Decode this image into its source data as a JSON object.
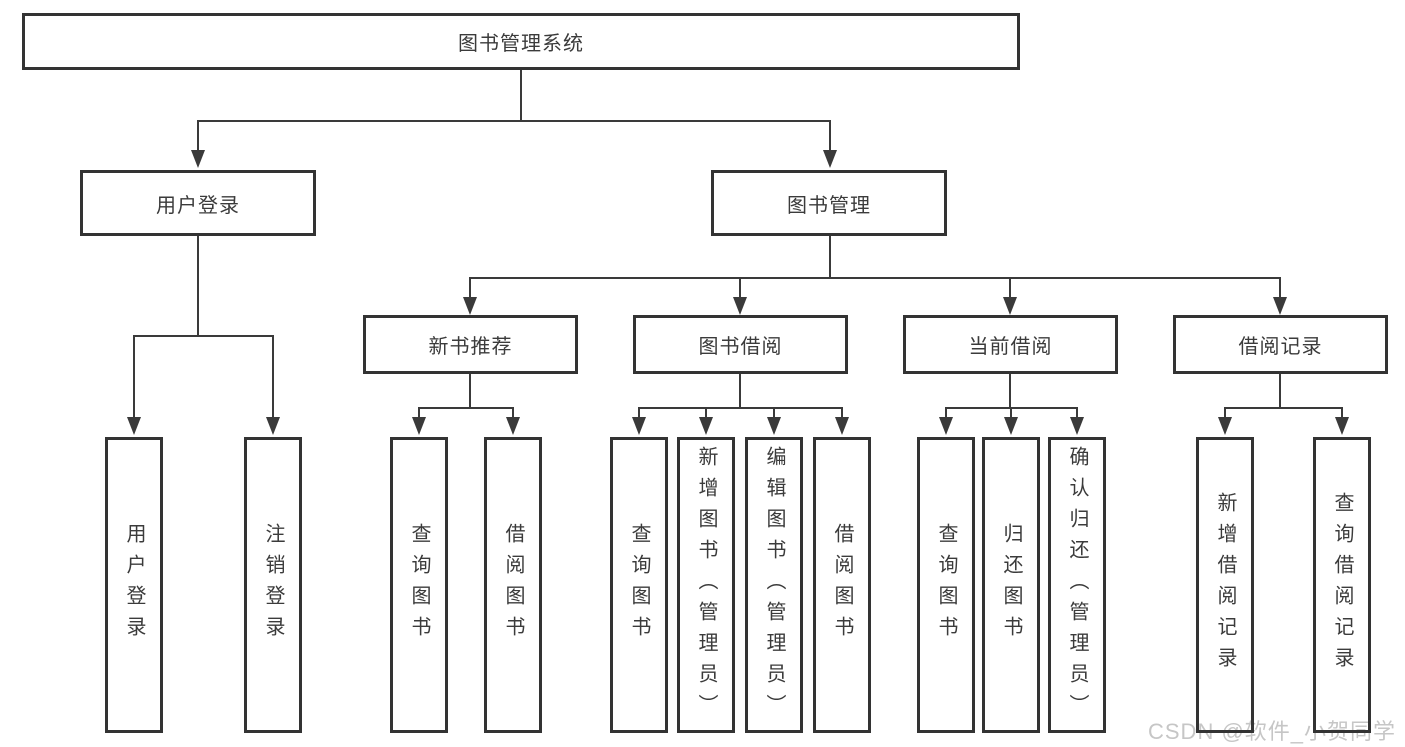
{
  "tree": {
    "root": {
      "label": "图书管理系统"
    },
    "branches": [
      {
        "label": "用户登录",
        "children": [
          {
            "label": "用户登录"
          },
          {
            "label": "注销登录"
          }
        ]
      },
      {
        "label": "图书管理",
        "children": [
          {
            "label": "新书推荐",
            "children": [
              {
                "label": "查询图书"
              },
              {
                "label": "借阅图书"
              }
            ]
          },
          {
            "label": "图书借阅",
            "children": [
              {
                "label": "查询图书"
              },
              {
                "label": "新增图书（管理员）"
              },
              {
                "label": "编辑图书（管理员）"
              },
              {
                "label": "借阅图书"
              }
            ]
          },
          {
            "label": "当前借阅",
            "children": [
              {
                "label": "查询图书"
              },
              {
                "label": "归还图书"
              },
              {
                "label": "确认归还（管理员）"
              }
            ]
          },
          {
            "label": "借阅记录",
            "children": [
              {
                "label": "新增借阅记录"
              },
              {
                "label": "查询借阅记录"
              }
            ]
          }
        ]
      }
    ]
  },
  "watermark": {
    "text": "CSDN @软件_小贺同学",
    "color": "#c6c6c6"
  },
  "colors": {
    "background": "#ffffff",
    "box_border": "#333333",
    "connector_line": "#3a3a3a",
    "text": "#3b3b3b"
  }
}
